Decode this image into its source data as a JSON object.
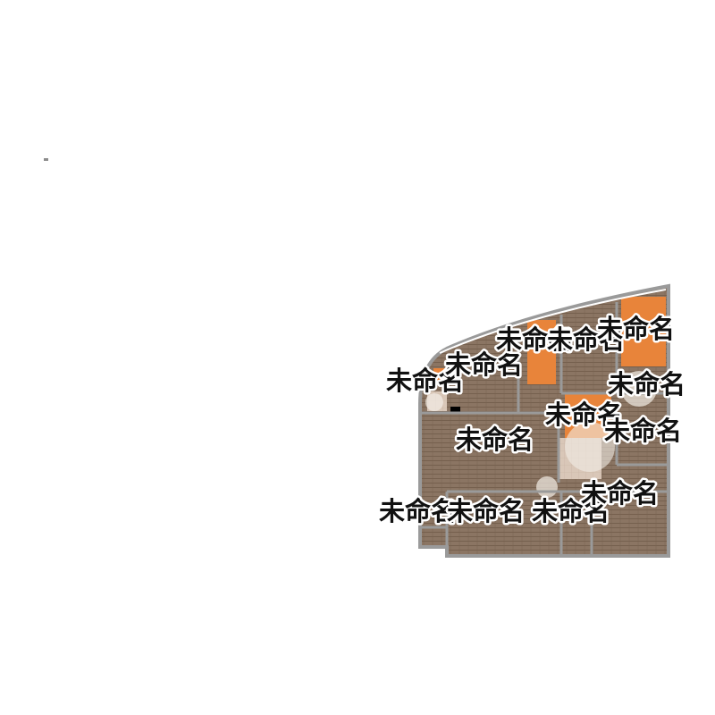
{
  "floorplan": {
    "rooms": [
      {
        "name": "未命名",
        "floor": "wood"
      },
      {
        "name": "未命名",
        "floor": "wood"
      },
      {
        "name": "未命名",
        "floor": "wood"
      },
      {
        "name": "未命名",
        "floor": "wood"
      },
      {
        "name": "未命名",
        "floor": "wood"
      },
      {
        "name": "未命名",
        "floor": "wood"
      },
      {
        "name": "未命名",
        "floor": "wood"
      },
      {
        "name": "未命名",
        "floor": "wood"
      },
      {
        "name": "未命名",
        "floor": "wood"
      },
      {
        "name": "未命名",
        "floor": "wood"
      },
      {
        "name": "未命名",
        "floor": "wood"
      },
      {
        "name": "未命名",
        "floor": "wood"
      },
      {
        "name": "未命名",
        "floor": "wood"
      }
    ],
    "colors": {
      "wall": "#9a9a9a",
      "floor_wood": "#8b7563",
      "floor_grain": "#6f5a49",
      "furniture_orange": "#e8843a",
      "tile": "#d9c7b8",
      "label": "#111111"
    }
  }
}
